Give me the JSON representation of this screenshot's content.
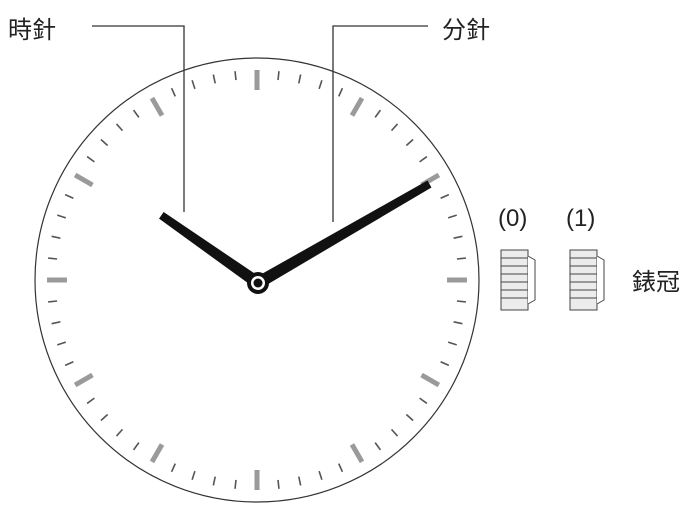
{
  "labels": {
    "hour_hand": "時針",
    "minute_hand": "分針",
    "crown": "錶冠"
  },
  "crown_positions": [
    "(0)",
    "(1)"
  ],
  "watch": {
    "displayed_time": {
      "hour": 10,
      "minute": 10
    },
    "tick_count": 60,
    "major_every": 5
  },
  "colors": {
    "hand": "#111111",
    "tick_minor": "#555555",
    "tick_major": "#9a9a9a",
    "dial_outline": "#333333",
    "crown_fill": "#ececec",
    "crown_stroke": "#444444"
  }
}
